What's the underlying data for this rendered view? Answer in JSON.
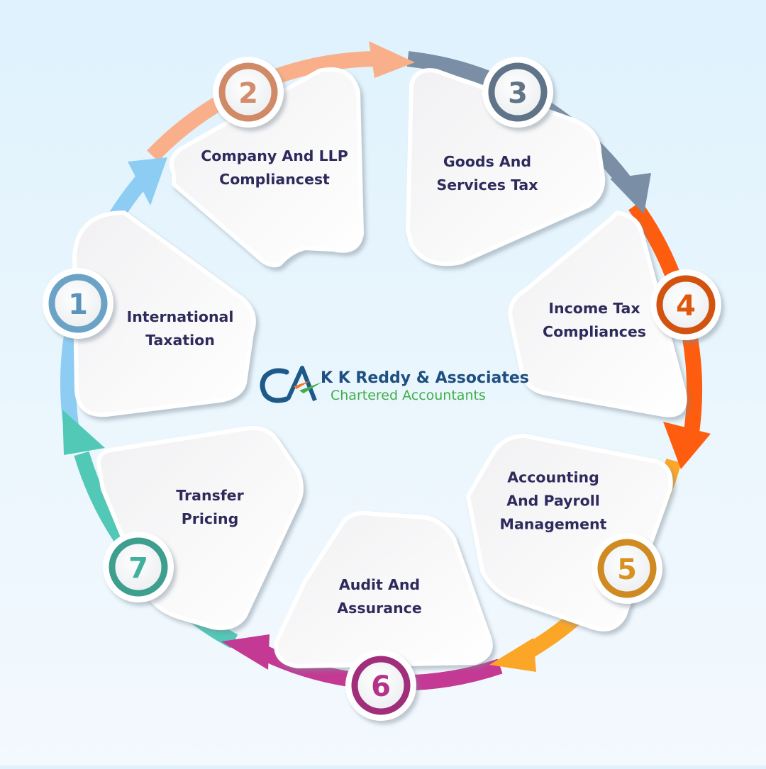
{
  "logo": {
    "mark": "CA",
    "name": "K K Reddy & Associates",
    "tagline": "Chartered Accountants",
    "colors": {
      "mark": "#1d5a8a",
      "name": "#1d4f80",
      "tagline": "#3fae49",
      "accent_orange": "#f07a2a",
      "accent_green": "#3fae49"
    }
  },
  "steps": [
    {
      "number": "1",
      "line1": "International",
      "line2": "Taxation",
      "color": "#8ecdf3",
      "badge_ring": "#6aa3c6",
      "badge_num": "#5a94bd"
    },
    {
      "number": "2",
      "line1": "Company And LLP",
      "line2": "Compliancest",
      "color": "#f9b08a",
      "badge_ring": "#d08a68",
      "badge_num": "#d48d6c"
    },
    {
      "number": "3",
      "line1": "Goods And",
      "line2": "Services Tax",
      "color": "#7a8fa6",
      "badge_ring": "#5f7488",
      "badge_num": "#617588"
    },
    {
      "number": "4",
      "line1": "Income Tax",
      "line2": "Compliances",
      "color": "#fe5c0e",
      "badge_ring": "#d2530f",
      "badge_num": "#e0570f"
    },
    {
      "number": "5",
      "line1": "Accounting",
      "line2": "And Payroll",
      "line3": "Management",
      "color": "#fba627",
      "badge_ring": "#cf8a22",
      "badge_num": "#d99124"
    },
    {
      "number": "6",
      "line1": "Audit And",
      "line2": "Assurance",
      "color": "#c43994",
      "badge_ring": "#a02e7a",
      "badge_num": "#b23487"
    },
    {
      "number": "7",
      "line1": "Transfer",
      "line2": "Pricing",
      "color": "#52c9b7",
      "badge_ring": "#3e9f8f",
      "badge_num": "#43b09f"
    }
  ],
  "text_color": "#2e2b5c"
}
